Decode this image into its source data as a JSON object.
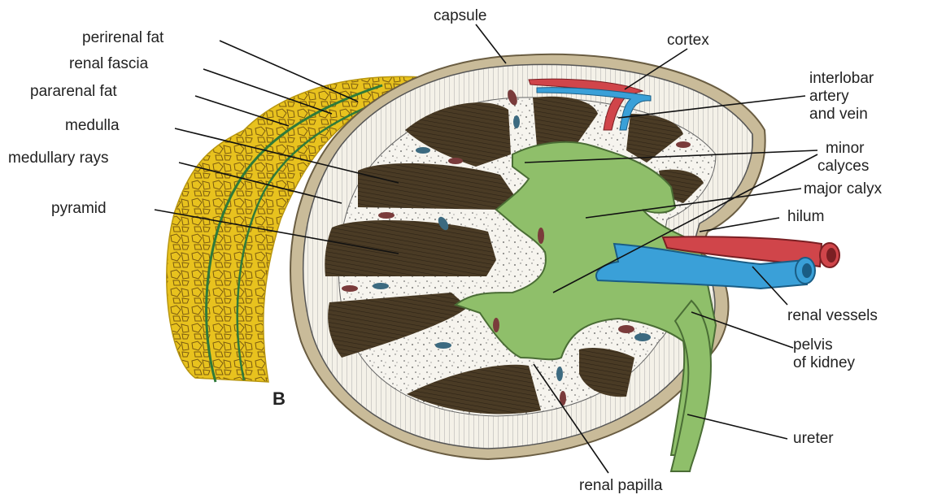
{
  "panel_letter": "B",
  "labels": {
    "capsule": "capsule",
    "cortex": "cortex",
    "perirenal_fat": "perirenal fat",
    "renal_fascia": "renal fascia",
    "pararenal_fat": "pararenal fat",
    "medulla": "medulla",
    "medullary_rays": "medullary rays",
    "pyramid": "pyramid",
    "interlobar_1": "interlobar",
    "interlobar_2": "artery",
    "interlobar_3": "and vein",
    "minor_calyces_1": "minor",
    "minor_calyces_2": "calyces",
    "major_calyx": "major calyx",
    "hilum": "hilum",
    "renal_vessels": "renal vessels",
    "pelvis_1": "pelvis",
    "pelvis_2": "of kidney",
    "ureter": "ureter",
    "renal_papilla": "renal papilla"
  },
  "colors": {
    "fat": "#e8c21e",
    "fat_crack": "#7a5a10",
    "fascia": "#2f7a3a",
    "cortex": "#f4f1e8",
    "pyramid": "#4a3b25",
    "calyx": "#8fbf6a",
    "artery": "#d0454a",
    "vein": "#3aa0d8",
    "capsule_edge": "#b8a98a"
  }
}
